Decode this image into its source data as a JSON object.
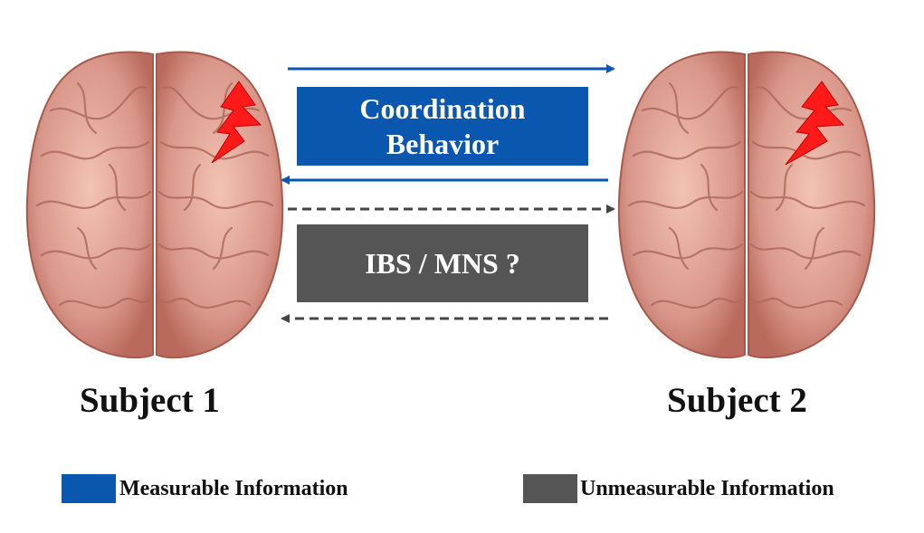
{
  "boxes": {
    "coordination": [
      "Coordination",
      "Behavior"
    ],
    "ibs": "IBS / MNS ?"
  },
  "subjects": [
    "Subject 1",
    "Subject 2"
  ],
  "legend": {
    "measurable": "Measurable Information",
    "unmeasurable": "Unmeasurable Information"
  },
  "colors": {
    "measurable": "#0a57b0",
    "unmeasurable": "#555555",
    "brain": "#d69585",
    "lightning": "#ff1a1a"
  }
}
